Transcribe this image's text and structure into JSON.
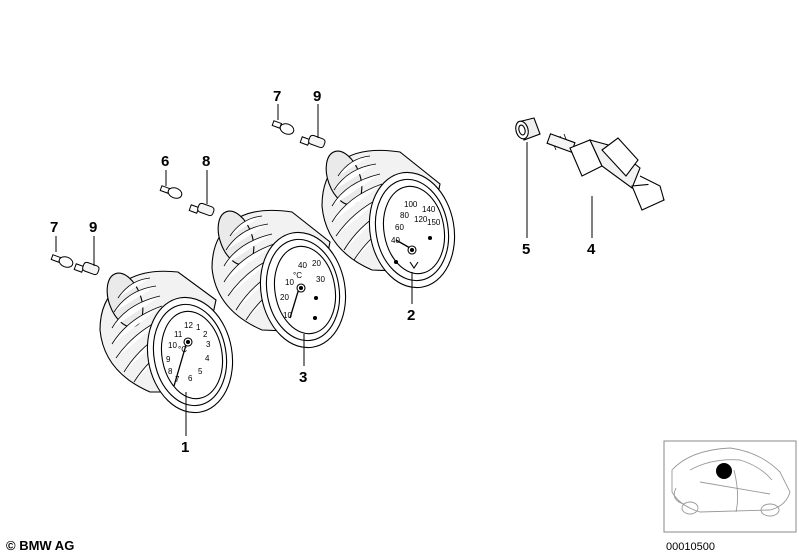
{
  "copyright": "© BMW AG",
  "diagram_id": "00010500",
  "callouts": [
    "1",
    "2",
    "3",
    "4",
    "5",
    "6",
    "7",
    "8",
    "9",
    "7",
    "9"
  ],
  "gauge1": {
    "unit": "°C",
    "scale": [
      "12",
      "1",
      "2",
      "3",
      "4",
      "5",
      "6",
      "7",
      "8",
      "9",
      "10",
      "11"
    ]
  },
  "gauge2": {
    "scale": [
      "40",
      "60",
      "80",
      "100",
      "120",
      "140",
      "150"
    ]
  },
  "gauge3": {
    "unit": "°C",
    "scale": [
      "20",
      "30",
      "40",
      "10",
      "20",
      "10"
    ]
  }
}
